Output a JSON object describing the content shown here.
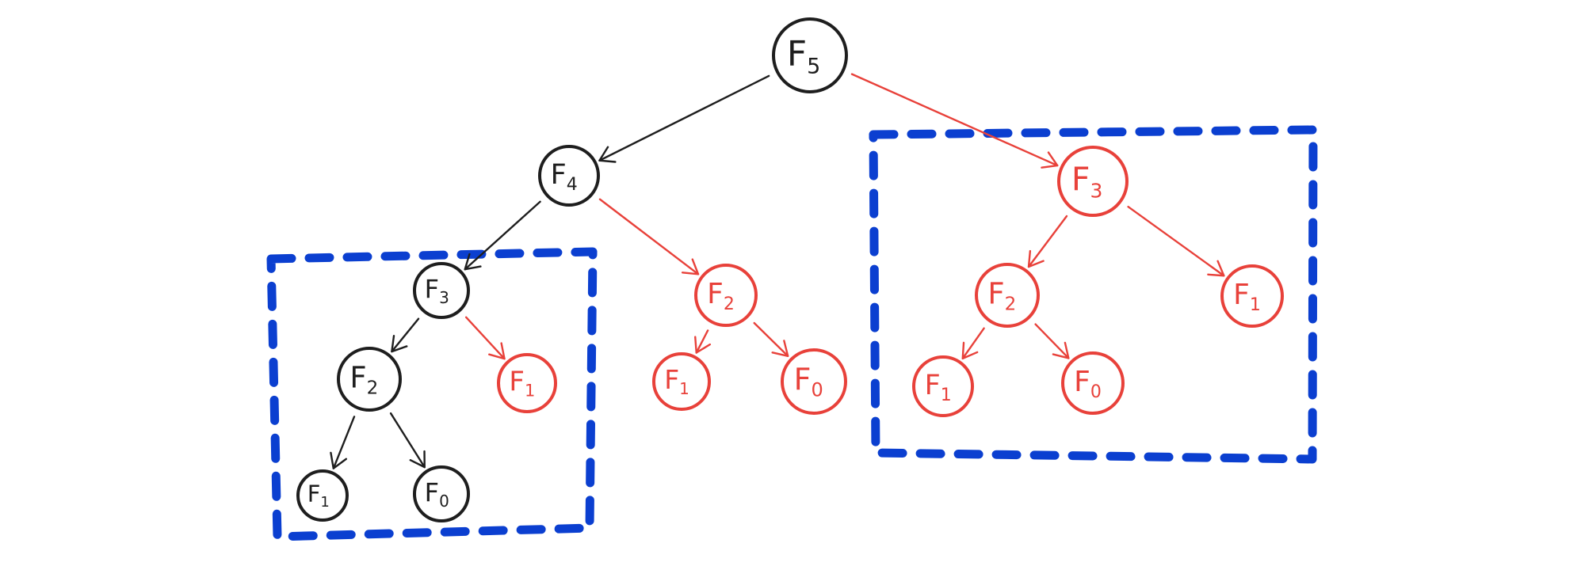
{
  "diagram": {
    "colors": {
      "computed": "#1e1e1e",
      "repeated": "#e8413a",
      "highlight": "#0b3fd0",
      "background": "#ffffff"
    },
    "nodes": [
      {
        "id": "n_f5",
        "label": "F",
        "sub": "5",
        "kind": "computed"
      },
      {
        "id": "n_f4",
        "label": "F",
        "sub": "4",
        "kind": "computed"
      },
      {
        "id": "n_f3_l",
        "label": "F",
        "sub": "3",
        "kind": "computed"
      },
      {
        "id": "n_f2_l",
        "label": "F",
        "sub": "2",
        "kind": "computed"
      },
      {
        "id": "n_f1_ll",
        "label": "F",
        "sub": "1",
        "kind": "computed"
      },
      {
        "id": "n_f0_ll",
        "label": "F",
        "sub": "0",
        "kind": "computed"
      },
      {
        "id": "n_f1_lr",
        "label": "F",
        "sub": "1",
        "kind": "repeated"
      },
      {
        "id": "n_f2_m",
        "label": "F",
        "sub": "2",
        "kind": "repeated"
      },
      {
        "id": "n_f1_m",
        "label": "F",
        "sub": "1",
        "kind": "repeated"
      },
      {
        "id": "n_f0_m",
        "label": "F",
        "sub": "0",
        "kind": "repeated"
      },
      {
        "id": "n_f3_r",
        "label": "F",
        "sub": "3",
        "kind": "repeated"
      },
      {
        "id": "n_f2_r",
        "label": "F",
        "sub": "2",
        "kind": "repeated"
      },
      {
        "id": "n_f1_r",
        "label": "F",
        "sub": "1",
        "kind": "repeated"
      },
      {
        "id": "n_f1_rr",
        "label": "F",
        "sub": "1",
        "kind": "repeated"
      },
      {
        "id": "n_f0_r",
        "label": "F",
        "sub": "0",
        "kind": "repeated"
      }
    ],
    "edges": [
      {
        "from": "n_f5",
        "to": "n_f4",
        "kind": "computed"
      },
      {
        "from": "n_f5",
        "to": "n_f3_r",
        "kind": "repeated"
      },
      {
        "from": "n_f4",
        "to": "n_f3_l",
        "kind": "computed"
      },
      {
        "from": "n_f4",
        "to": "n_f2_m",
        "kind": "repeated"
      },
      {
        "from": "n_f3_l",
        "to": "n_f2_l",
        "kind": "computed"
      },
      {
        "from": "n_f3_l",
        "to": "n_f1_lr",
        "kind": "repeated"
      },
      {
        "from": "n_f2_l",
        "to": "n_f1_ll",
        "kind": "computed"
      },
      {
        "from": "n_f2_l",
        "to": "n_f0_ll",
        "kind": "computed"
      },
      {
        "from": "n_f2_m",
        "to": "n_f1_m",
        "kind": "repeated"
      },
      {
        "from": "n_f2_m",
        "to": "n_f0_m",
        "kind": "repeated"
      },
      {
        "from": "n_f3_r",
        "to": "n_f2_r",
        "kind": "repeated"
      },
      {
        "from": "n_f3_r",
        "to": "n_f1_rr",
        "kind": "repeated"
      },
      {
        "from": "n_f2_r",
        "to": "n_f1_r",
        "kind": "repeated"
      },
      {
        "from": "n_f2_r",
        "to": "n_f0_r",
        "kind": "repeated"
      }
    ],
    "groups": [
      {
        "id": "group-left-f3",
        "members": [
          "n_f3_l",
          "n_f2_l",
          "n_f1_ll",
          "n_f0_ll",
          "n_f1_lr"
        ]
      },
      {
        "id": "group-right-f3",
        "members": [
          "n_f3_r",
          "n_f2_r",
          "n_f1_r",
          "n_f0_r",
          "n_f1_rr"
        ]
      }
    ]
  }
}
